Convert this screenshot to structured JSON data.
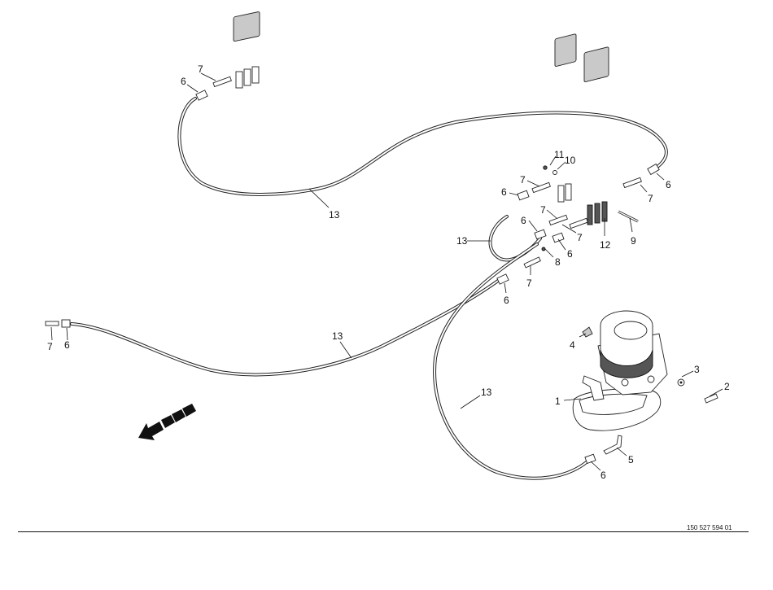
{
  "drawing_number": "150 527 594 01",
  "callouts": {
    "c1": "1",
    "c2": "2",
    "c3": "3",
    "c4": "4",
    "c5": "5",
    "c6": "6",
    "c7": "7",
    "c8": "8",
    "c9": "9",
    "c10": "10",
    "c11": "11",
    "c12": "12",
    "c13": "13"
  },
  "icons": {
    "direction": "direction-arrow-icon"
  }
}
